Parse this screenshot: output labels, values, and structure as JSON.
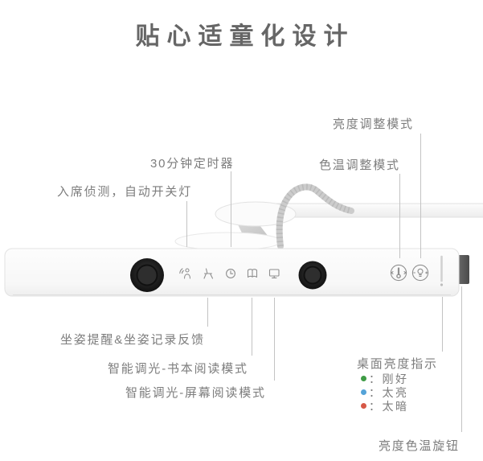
{
  "title": "贴心适童化设计",
  "callouts": {
    "brightness_mode": "亮度调整模式",
    "color_temp_mode": "色温调整模式",
    "timer": "30分钟定时器",
    "seat_detection": "入席侦测，自动开关灯",
    "posture": "坐姿提醒&坐姿记录反馈",
    "book_mode": "智能调光-书本阅读模式",
    "screen_mode": "智能调光-屏幕阅读模式",
    "knob": "亮度色温旋钮"
  },
  "legend": {
    "title": "桌面亮度指示",
    "items": [
      {
        "color": "#3f9c46",
        "label": "：刚好"
      },
      {
        "color": "#55a3d8",
        "label": "：太亮"
      },
      {
        "color": "#d65847",
        "label": "：太暗"
      }
    ]
  },
  "icons": {
    "presence": "person-waves-icon",
    "posture": "chair-icon",
    "timer": "clock-icon",
    "book": "open-book-icon",
    "screen": "monitor-icon",
    "color_temp": "thermometer-circle-icon",
    "brightness": "bulb-circle-icon"
  },
  "colors": {
    "title_text": "#666666",
    "label_text": "#7d7d7d",
    "annotation_line": "#c3c3c3",
    "knob": "#5a5a5a"
  }
}
